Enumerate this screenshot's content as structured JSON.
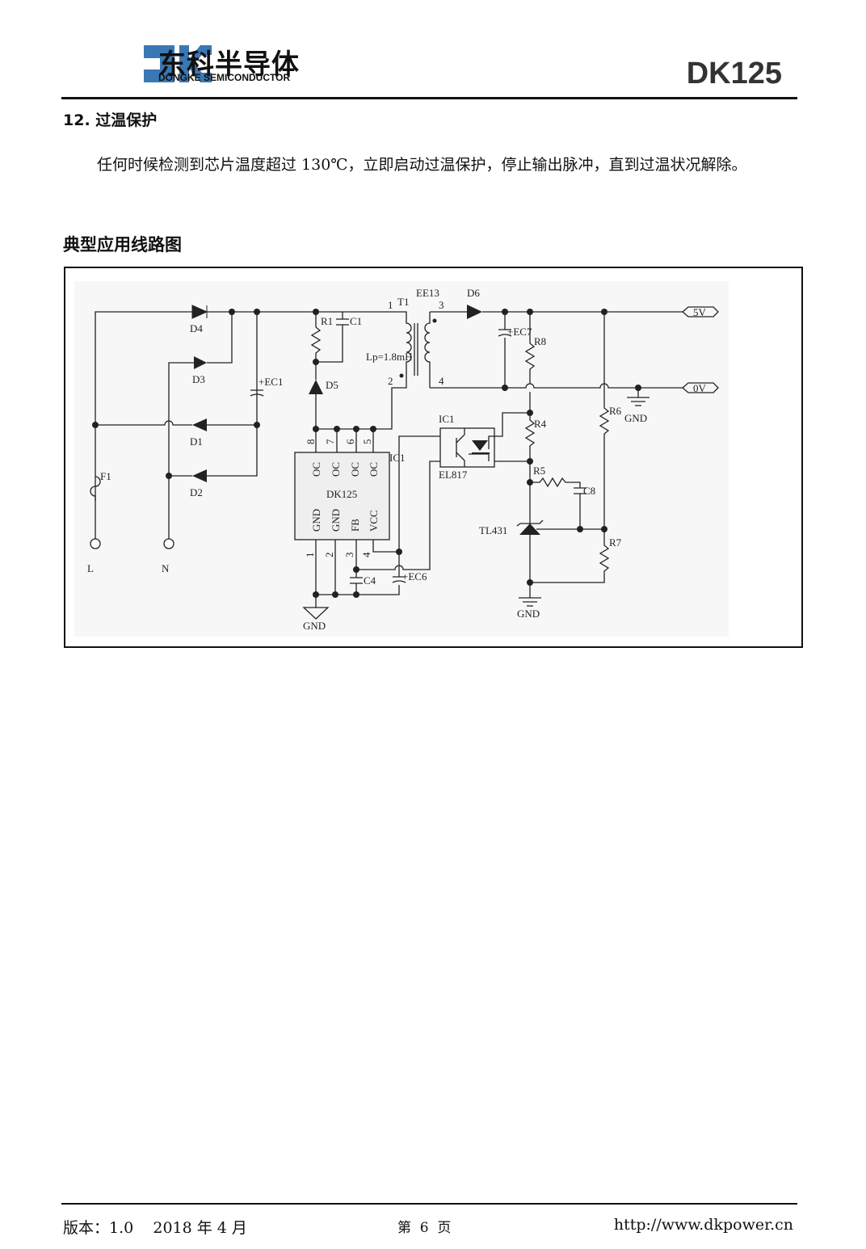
{
  "header": {
    "logo_cn": "东科半导体",
    "logo_en": "DONGKE SEMICONDUCTOR",
    "logo_mark": "DK",
    "doc_title": "DK125",
    "brand_color": "#3a78b5"
  },
  "section12": {
    "title": "12.  过温保护",
    "text": "任何时候检测到芯片温度超过  130℃，立即启动过温保护，停止输出脉冲，直到过温状况解除。"
  },
  "app_section": {
    "title": "典型应用线路图"
  },
  "circuit": {
    "D1": "D1",
    "D2": "D2",
    "D3": "D3",
    "D4": "D4",
    "D5": "D5",
    "D6": "D6",
    "F1": "F1",
    "L": "L",
    "N": "N",
    "EC1": "+EC1",
    "R1": "R1",
    "C1": "C1",
    "T1": "T1",
    "EE13": "EE13",
    "Lp": "Lp=1.8mH",
    "p1": "1",
    "p2": "2",
    "p3": "3",
    "p4": "4",
    "EC7": "+EC7",
    "R8": "R8",
    "out5v": "5V",
    "out0v": "0V",
    "gnd": "GND",
    "IC1": "IC1",
    "EL817": "EL817",
    "R4": "R4",
    "R5": "R5",
    "C8": "C8",
    "R6": "R6",
    "R7": "R7",
    "TL431": "TL431",
    "C4": "C4",
    "EC6": "+EC6",
    "chip": {
      "name": "DK125",
      "top_pins": [
        "8",
        "7",
        "6",
        "5"
      ],
      "top_names": [
        "OC",
        "OC",
        "OC",
        "OC"
      ],
      "bottom_pins": [
        "1",
        "2",
        "3",
        "4"
      ],
      "bottom_names": [
        "GND",
        "GND",
        "FB",
        "VCC"
      ],
      "ref": "IC1"
    }
  },
  "footer": {
    "version": "版本：1.0    2018 年 4 月",
    "page": "第  6  页",
    "url": "http://www.dkpower.cn"
  }
}
